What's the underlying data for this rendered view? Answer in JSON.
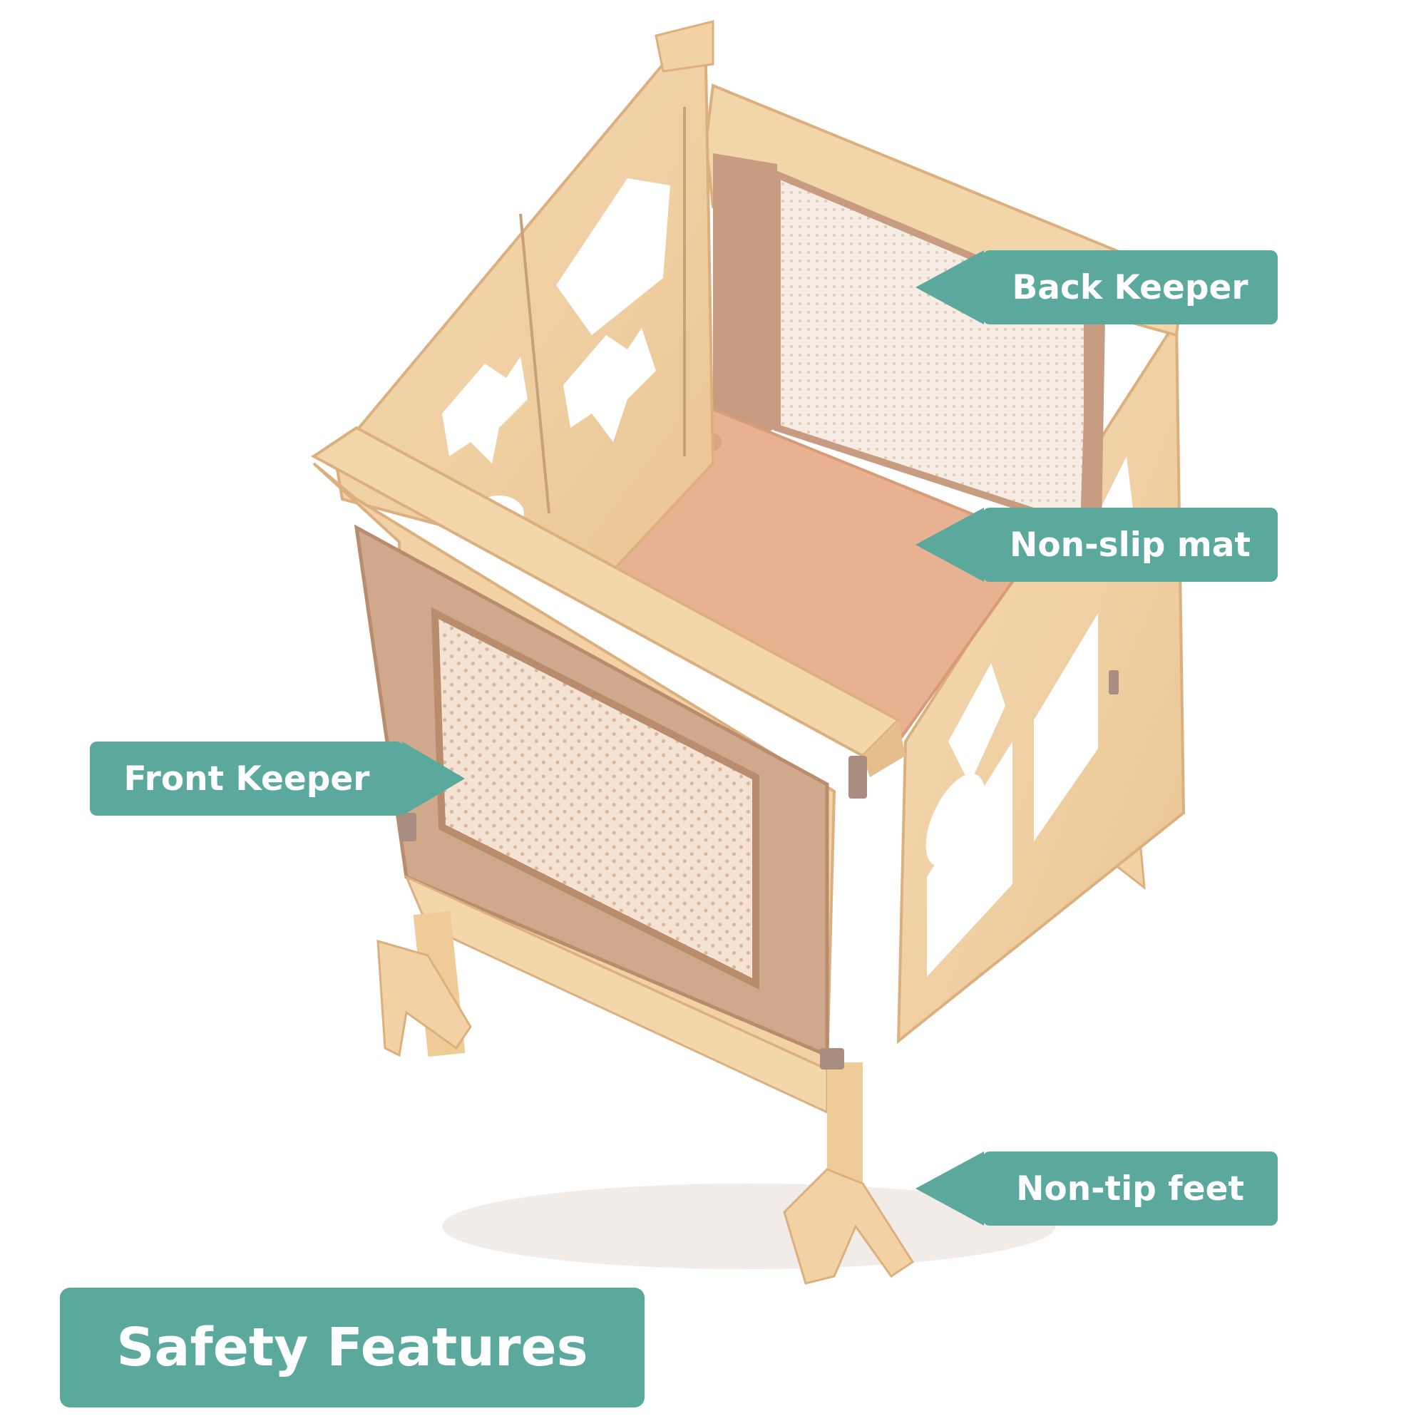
{
  "title": "Safety Features",
  "callouts": {
    "back_keeper": "Back Keeper",
    "non_slip_mat": "Non-slip mat",
    "front_keeper": "Front Keeper",
    "non_tip_feet": "Non-tip feet"
  },
  "colors": {
    "accent": "#5ba89c",
    "wood": "#f2d2a4",
    "wood_dark": "#e3b985",
    "panel": "#cfa88a",
    "mat": "#e8b292",
    "mesh": "#f3dcc8"
  }
}
